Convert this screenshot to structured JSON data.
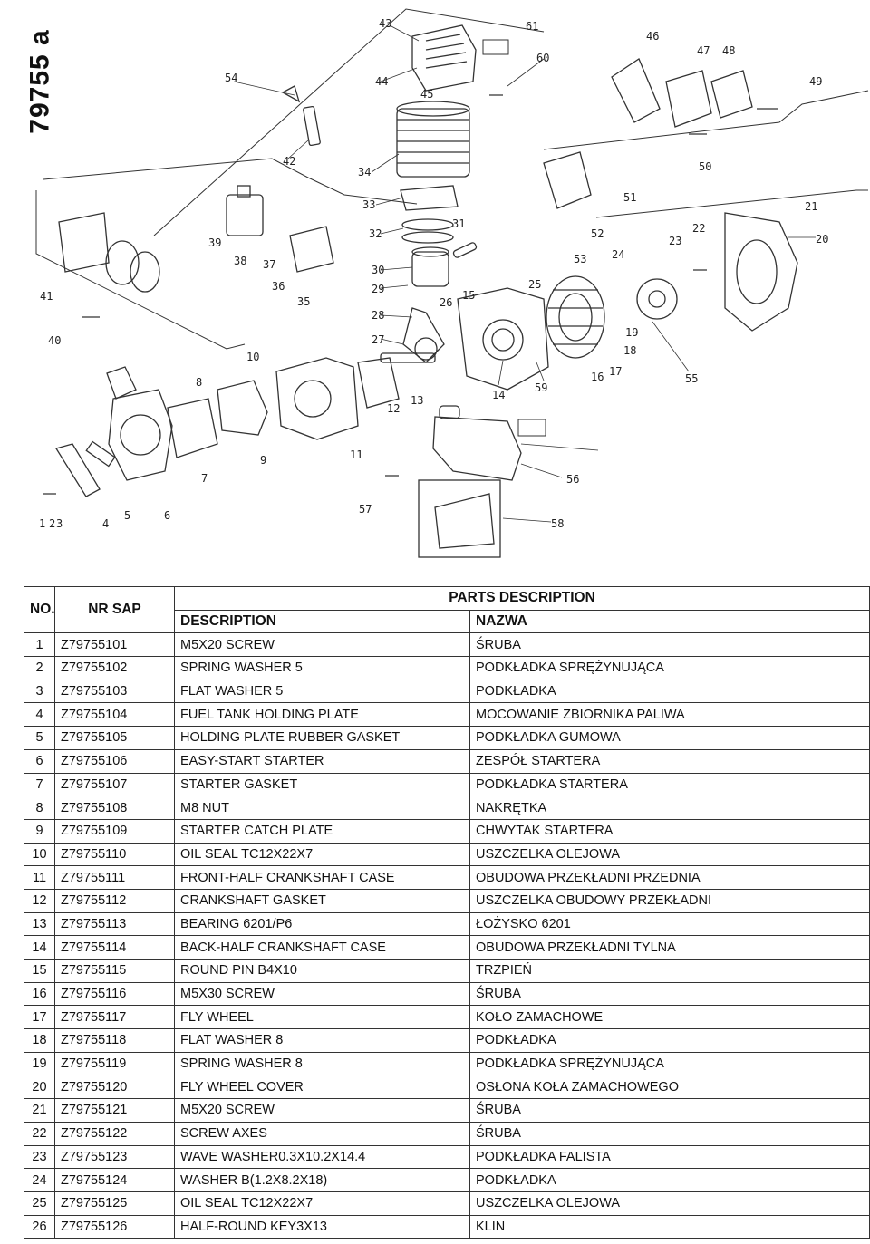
{
  "model_code": "79755 a",
  "callouts": [
    "1",
    "2",
    "3",
    "4",
    "5",
    "6",
    "7",
    "8",
    "9",
    "10",
    "11",
    "12",
    "13",
    "14",
    "15",
    "16",
    "17",
    "18",
    "19",
    "20",
    "21",
    "22",
    "23",
    "24",
    "25",
    "26",
    "27",
    "28",
    "29",
    "30",
    "31",
    "32",
    "33",
    "34",
    "35",
    "36",
    "37",
    "38",
    "39",
    "40",
    "41",
    "42",
    "43",
    "44",
    "45",
    "46",
    "47",
    "48",
    "49",
    "50",
    "51",
    "52",
    "53",
    "54",
    "55",
    "56",
    "57",
    "58",
    "59",
    "60",
    "61"
  ],
  "table": {
    "col_no": "NO.",
    "col_sap": "NR SAP",
    "group_header": "PARTS DESCRIPTION",
    "col_desc": "DESCRIPTION",
    "col_nazwa": "NAZWA",
    "rows": [
      {
        "no": "1",
        "sap": "Z79755101",
        "desc": "M5X20 SCREW",
        "nazwa": "ŚRUBA"
      },
      {
        "no": "2",
        "sap": "Z79755102",
        "desc": "SPRING WASHER 5",
        "nazwa": "PODKŁADKA SPRĘŻYNUJĄCA"
      },
      {
        "no": "3",
        "sap": "Z79755103",
        "desc": "FLAT WASHER 5",
        "nazwa": "PODKŁADKA"
      },
      {
        "no": "4",
        "sap": "Z79755104",
        "desc": "FUEL TANK HOLDING PLATE",
        "nazwa": "MOCOWANIE ZBIORNIKA PALIWA"
      },
      {
        "no": "5",
        "sap": "Z79755105",
        "desc": "HOLDING PLATE RUBBER GASKET",
        "nazwa": "PODKŁADKA GUMOWA"
      },
      {
        "no": "6",
        "sap": "Z79755106",
        "desc": "EASY-START STARTER",
        "nazwa": "ZESPÓŁ STARTERA"
      },
      {
        "no": "7",
        "sap": "Z79755107",
        "desc": "STARTER GASKET",
        "nazwa": "PODKŁADKA STARTERA"
      },
      {
        "no": "8",
        "sap": "Z79755108",
        "desc": "M8 NUT",
        "nazwa": "NAKRĘTKA"
      },
      {
        "no": "9",
        "sap": "Z79755109",
        "desc": "STARTER CATCH PLATE",
        "nazwa": "CHWYTAK STARTERA"
      },
      {
        "no": "10",
        "sap": "Z79755110",
        "desc": "OIL SEAL TC12X22X7",
        "nazwa": "USZCZELKA OLEJOWA"
      },
      {
        "no": "11",
        "sap": "Z79755111",
        "desc": "FRONT-HALF CRANKSHAFT CASE",
        "nazwa": "OBUDOWA PRZEKŁADNI PRZEDNIA"
      },
      {
        "no": "12",
        "sap": "Z79755112",
        "desc": "CRANKSHAFT GASKET",
        "nazwa": "USZCZELKA OBUDOWY PRZEKŁADNI"
      },
      {
        "no": "13",
        "sap": "Z79755113",
        "desc": "BEARING 6201/P6",
        "nazwa": "ŁOŻYSKO 6201"
      },
      {
        "no": "14",
        "sap": "Z79755114",
        "desc": "BACK-HALF CRANKSHAFT CASE",
        "nazwa": "OBUDOWA PRZEKŁADNI TYLNA"
      },
      {
        "no": "15",
        "sap": "Z79755115",
        "desc": "ROUND PIN B4X10",
        "nazwa": "TRZPIEŃ"
      },
      {
        "no": "16",
        "sap": "Z79755116",
        "desc": "M5X30 SCREW",
        "nazwa": "ŚRUBA"
      },
      {
        "no": "17",
        "sap": "Z79755117",
        "desc": "FLY WHEEL",
        "nazwa": "KOŁO ZAMACHOWE"
      },
      {
        "no": "18",
        "sap": "Z79755118",
        "desc": "FLAT WASHER 8",
        "nazwa": "PODKŁADKA"
      },
      {
        "no": "19",
        "sap": "Z79755119",
        "desc": "SPRING WASHER 8",
        "nazwa": "PODKŁADKA SPRĘŻYNUJĄCA"
      },
      {
        "no": "20",
        "sap": "Z79755120",
        "desc": "FLY WHEEL COVER",
        "nazwa": "OSŁONA KOŁA ZAMACHOWEGO"
      },
      {
        "no": "21",
        "sap": "Z79755121",
        "desc": "M5X20 SCREW",
        "nazwa": "ŚRUBA"
      },
      {
        "no": "22",
        "sap": "Z79755122",
        "desc": "SCREW AXES",
        "nazwa": "ŚRUBA"
      },
      {
        "no": "23",
        "sap": "Z79755123",
        "desc": "WAVE WASHER0.3X10.2X14.4",
        "nazwa": "PODKŁADKA FALISTA"
      },
      {
        "no": "24",
        "sap": "Z79755124",
        "desc": "WASHER B(1.2X8.2X18)",
        "nazwa": "PODKŁADKA"
      },
      {
        "no": "25",
        "sap": "Z79755125",
        "desc": "OIL SEAL TC12X22X7",
        "nazwa": "USZCZELKA OLEJOWA"
      },
      {
        "no": "26",
        "sap": "Z79755126",
        "desc": "HALF-ROUND KEY3X13",
        "nazwa": "KLIN"
      }
    ]
  }
}
